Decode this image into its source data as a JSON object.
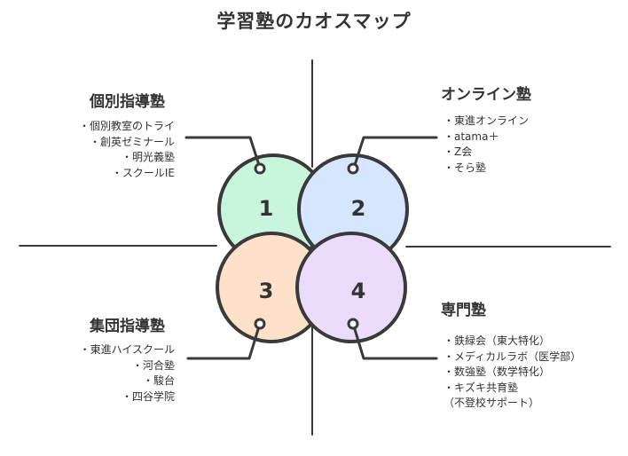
{
  "title": "学習塾のカオスマップ",
  "colors": {
    "circle1": "#c9f5dc",
    "circle2": "#d6e6ff",
    "circle3": "#fde1c9",
    "circle4": "#ecdcfb",
    "stroke": "#3a3a3a"
  },
  "quadrants": [
    {
      "number": "1",
      "heading": "個別指導塾",
      "items": [
        "・個別教室のトライ",
        "・創英ゼミナール",
        "・明光義塾",
        "・スクールIE"
      ]
    },
    {
      "number": "2",
      "heading": "オンライン塾",
      "items": [
        "・東進オンライン",
        "・atama＋",
        "・Z会",
        "・そら塾"
      ]
    },
    {
      "number": "3",
      "heading": "集団指導塾",
      "items": [
        "・東進ハイスクール",
        "・河合塾",
        "・駿台",
        "・四谷学院"
      ]
    },
    {
      "number": "4",
      "heading": "専門塾",
      "items": [
        "・鉄緑会（東大特化）",
        "・メディカルラボ（医学部）",
        "・数強塾（数学特化）",
        "・キズキ共育塾",
        "（不登校サポート）"
      ]
    }
  ]
}
